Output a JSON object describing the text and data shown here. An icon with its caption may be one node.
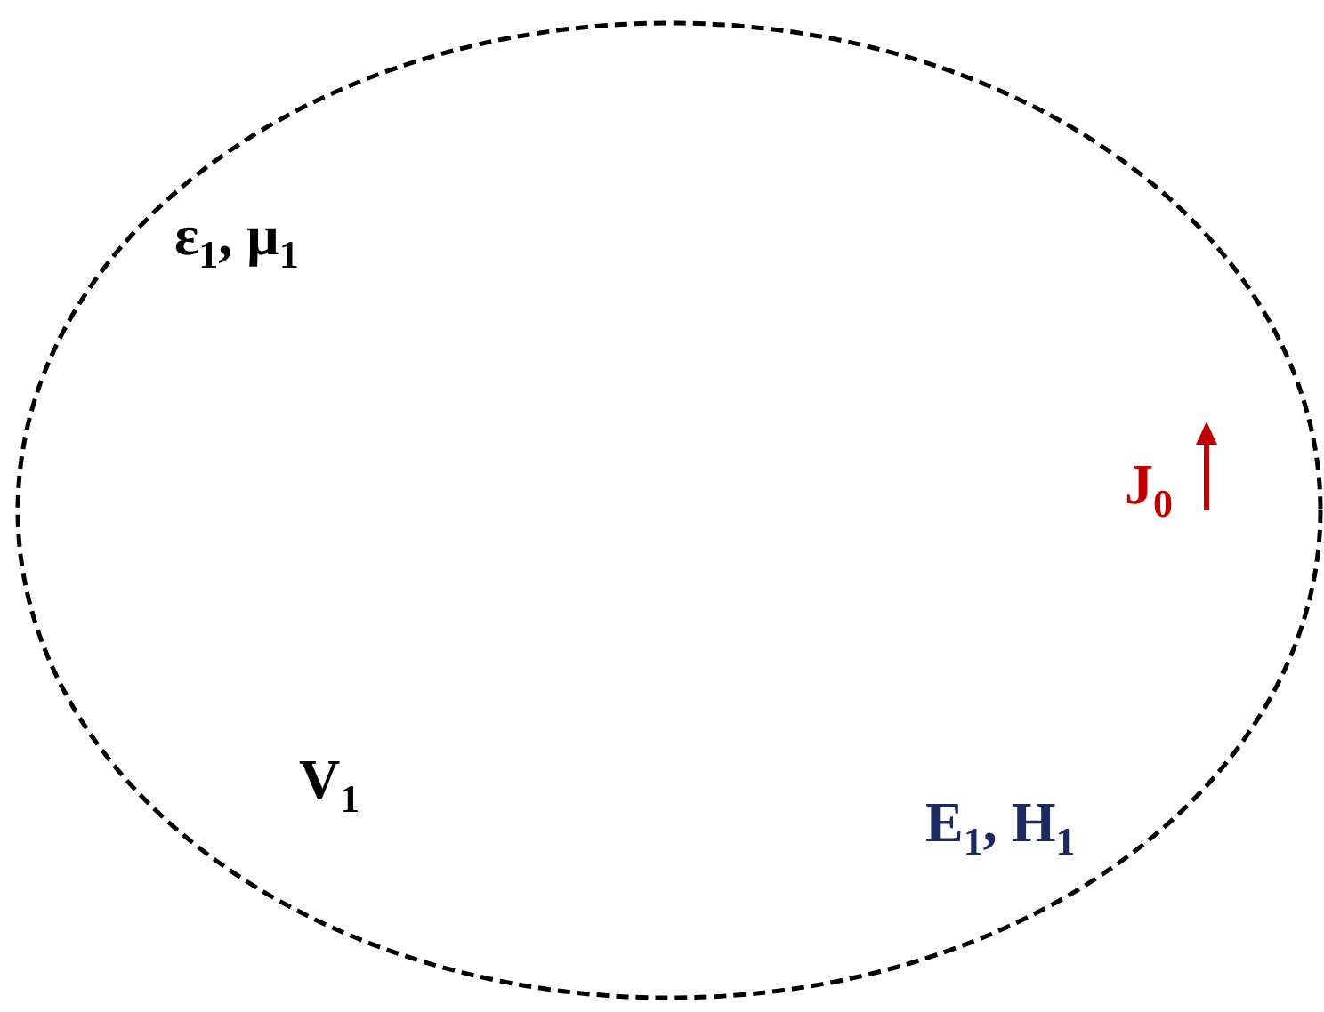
{
  "diagram": {
    "nodes": [
      {
        "text": [
          "ε$_{1}$, μ$_{1}$",
          "V$_{1}$",
          "E$_{1}$, H$_{1}$",
          "J$_{0}$"
        ]
      }
    ]
  }
}
